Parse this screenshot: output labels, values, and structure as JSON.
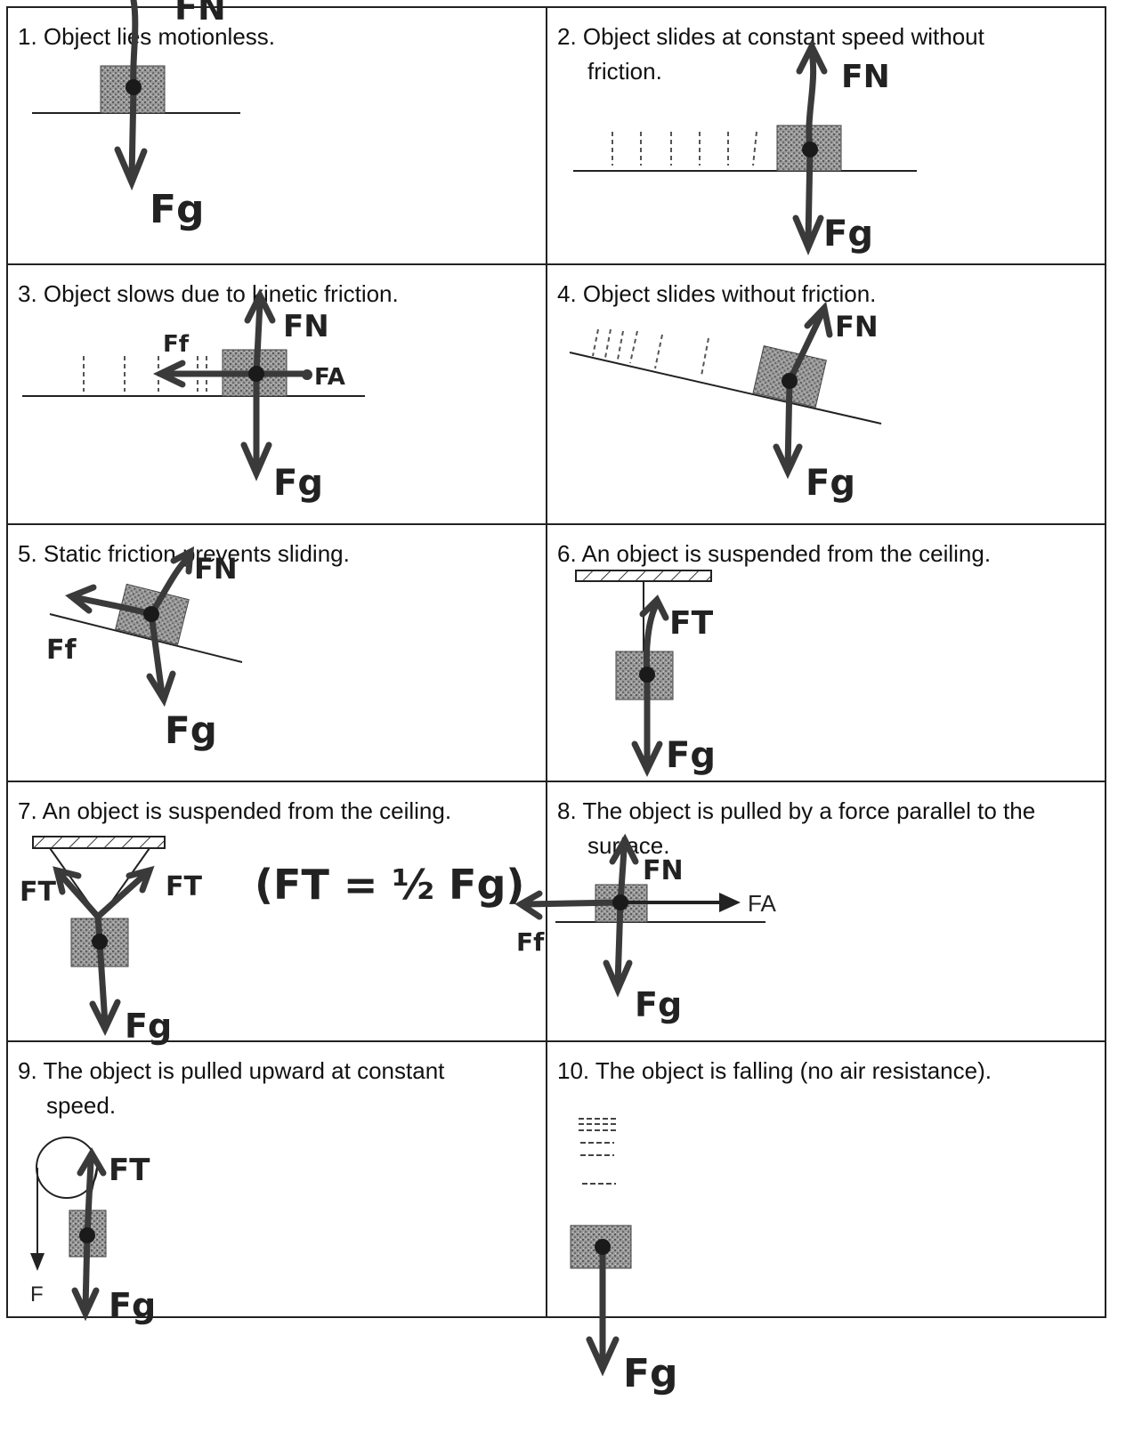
{
  "cells": [
    {
      "line1": "1. Object lies motionless.",
      "line2": ""
    },
    {
      "line1": "2. Object slides at constant speed without",
      "line2": "friction."
    },
    {
      "line1": "3. Object slows due to kinetic friction.",
      "line2": ""
    },
    {
      "line1": "4. Object slides without friction.",
      "line2": ""
    },
    {
      "line1": "5. Static friction prevents sliding.",
      "line2": ""
    },
    {
      "line1": "6. An object is suspended from the ceiling.",
      "line2": ""
    },
    {
      "line1": "7. An object is suspended from the ceiling.",
      "line2": ""
    },
    {
      "line1": "8. The object is pulled by a force parallel to the",
      "line2": "surface."
    },
    {
      "line1": "9. The object is pulled upward at constant",
      "line2": "speed."
    },
    {
      "line1": "10.  The object is falling (no air resistance).",
      "line2": ""
    }
  ],
  "labels": {
    "fn": "FN",
    "fg": "Fg",
    "ff": "Ff",
    "fa": "FA",
    "ft": "FT",
    "f": "F",
    "ft_equation": "(FT = ½ Fg)"
  },
  "colors": {
    "ink": "#3a3a3a",
    "grid": "#222222",
    "block": "#8c8c8c"
  }
}
